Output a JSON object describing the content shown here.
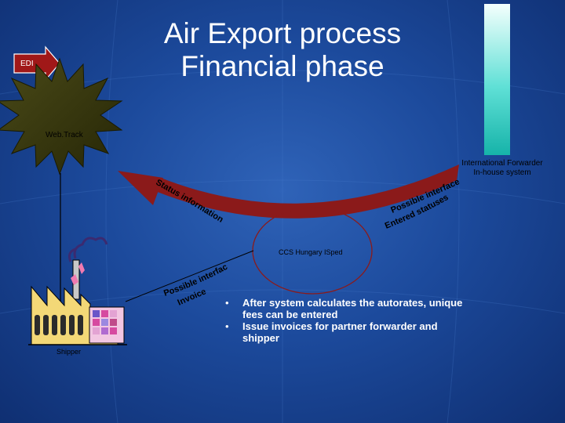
{
  "title_line1": "Air Export process",
  "title_line2": "Financial phase",
  "edi_label": "EDI",
  "webtrack_label": "Web.Track",
  "forwarder_line1": "International Forwarder",
  "forwarder_line2": "In-house system",
  "ccs_label": "CCS Hungary ISped",
  "shipper_label": "Shipper",
  "status_text": "Status information",
  "possible_interface_text": "Possible interface",
  "entered_statuses_text": "Entered statuses, invoice",
  "shipper_interface_line1": "Possible interface",
  "shipper_interface_line2": "Invoice",
  "bullets": [
    "After system calculates the autorates, unique fees can be entered",
    "Issue invoices for partner forwarder and shipper"
  ],
  "colors": {
    "background": "#1c4a9c",
    "arrow": "#8b1a1a",
    "starburst": "#3a3a10",
    "ellipse": "#8b1a1a",
    "building": "#f3d877",
    "panel_gradient_top": "#f4fffd",
    "panel_gradient_bottom": "#22c8bd"
  }
}
